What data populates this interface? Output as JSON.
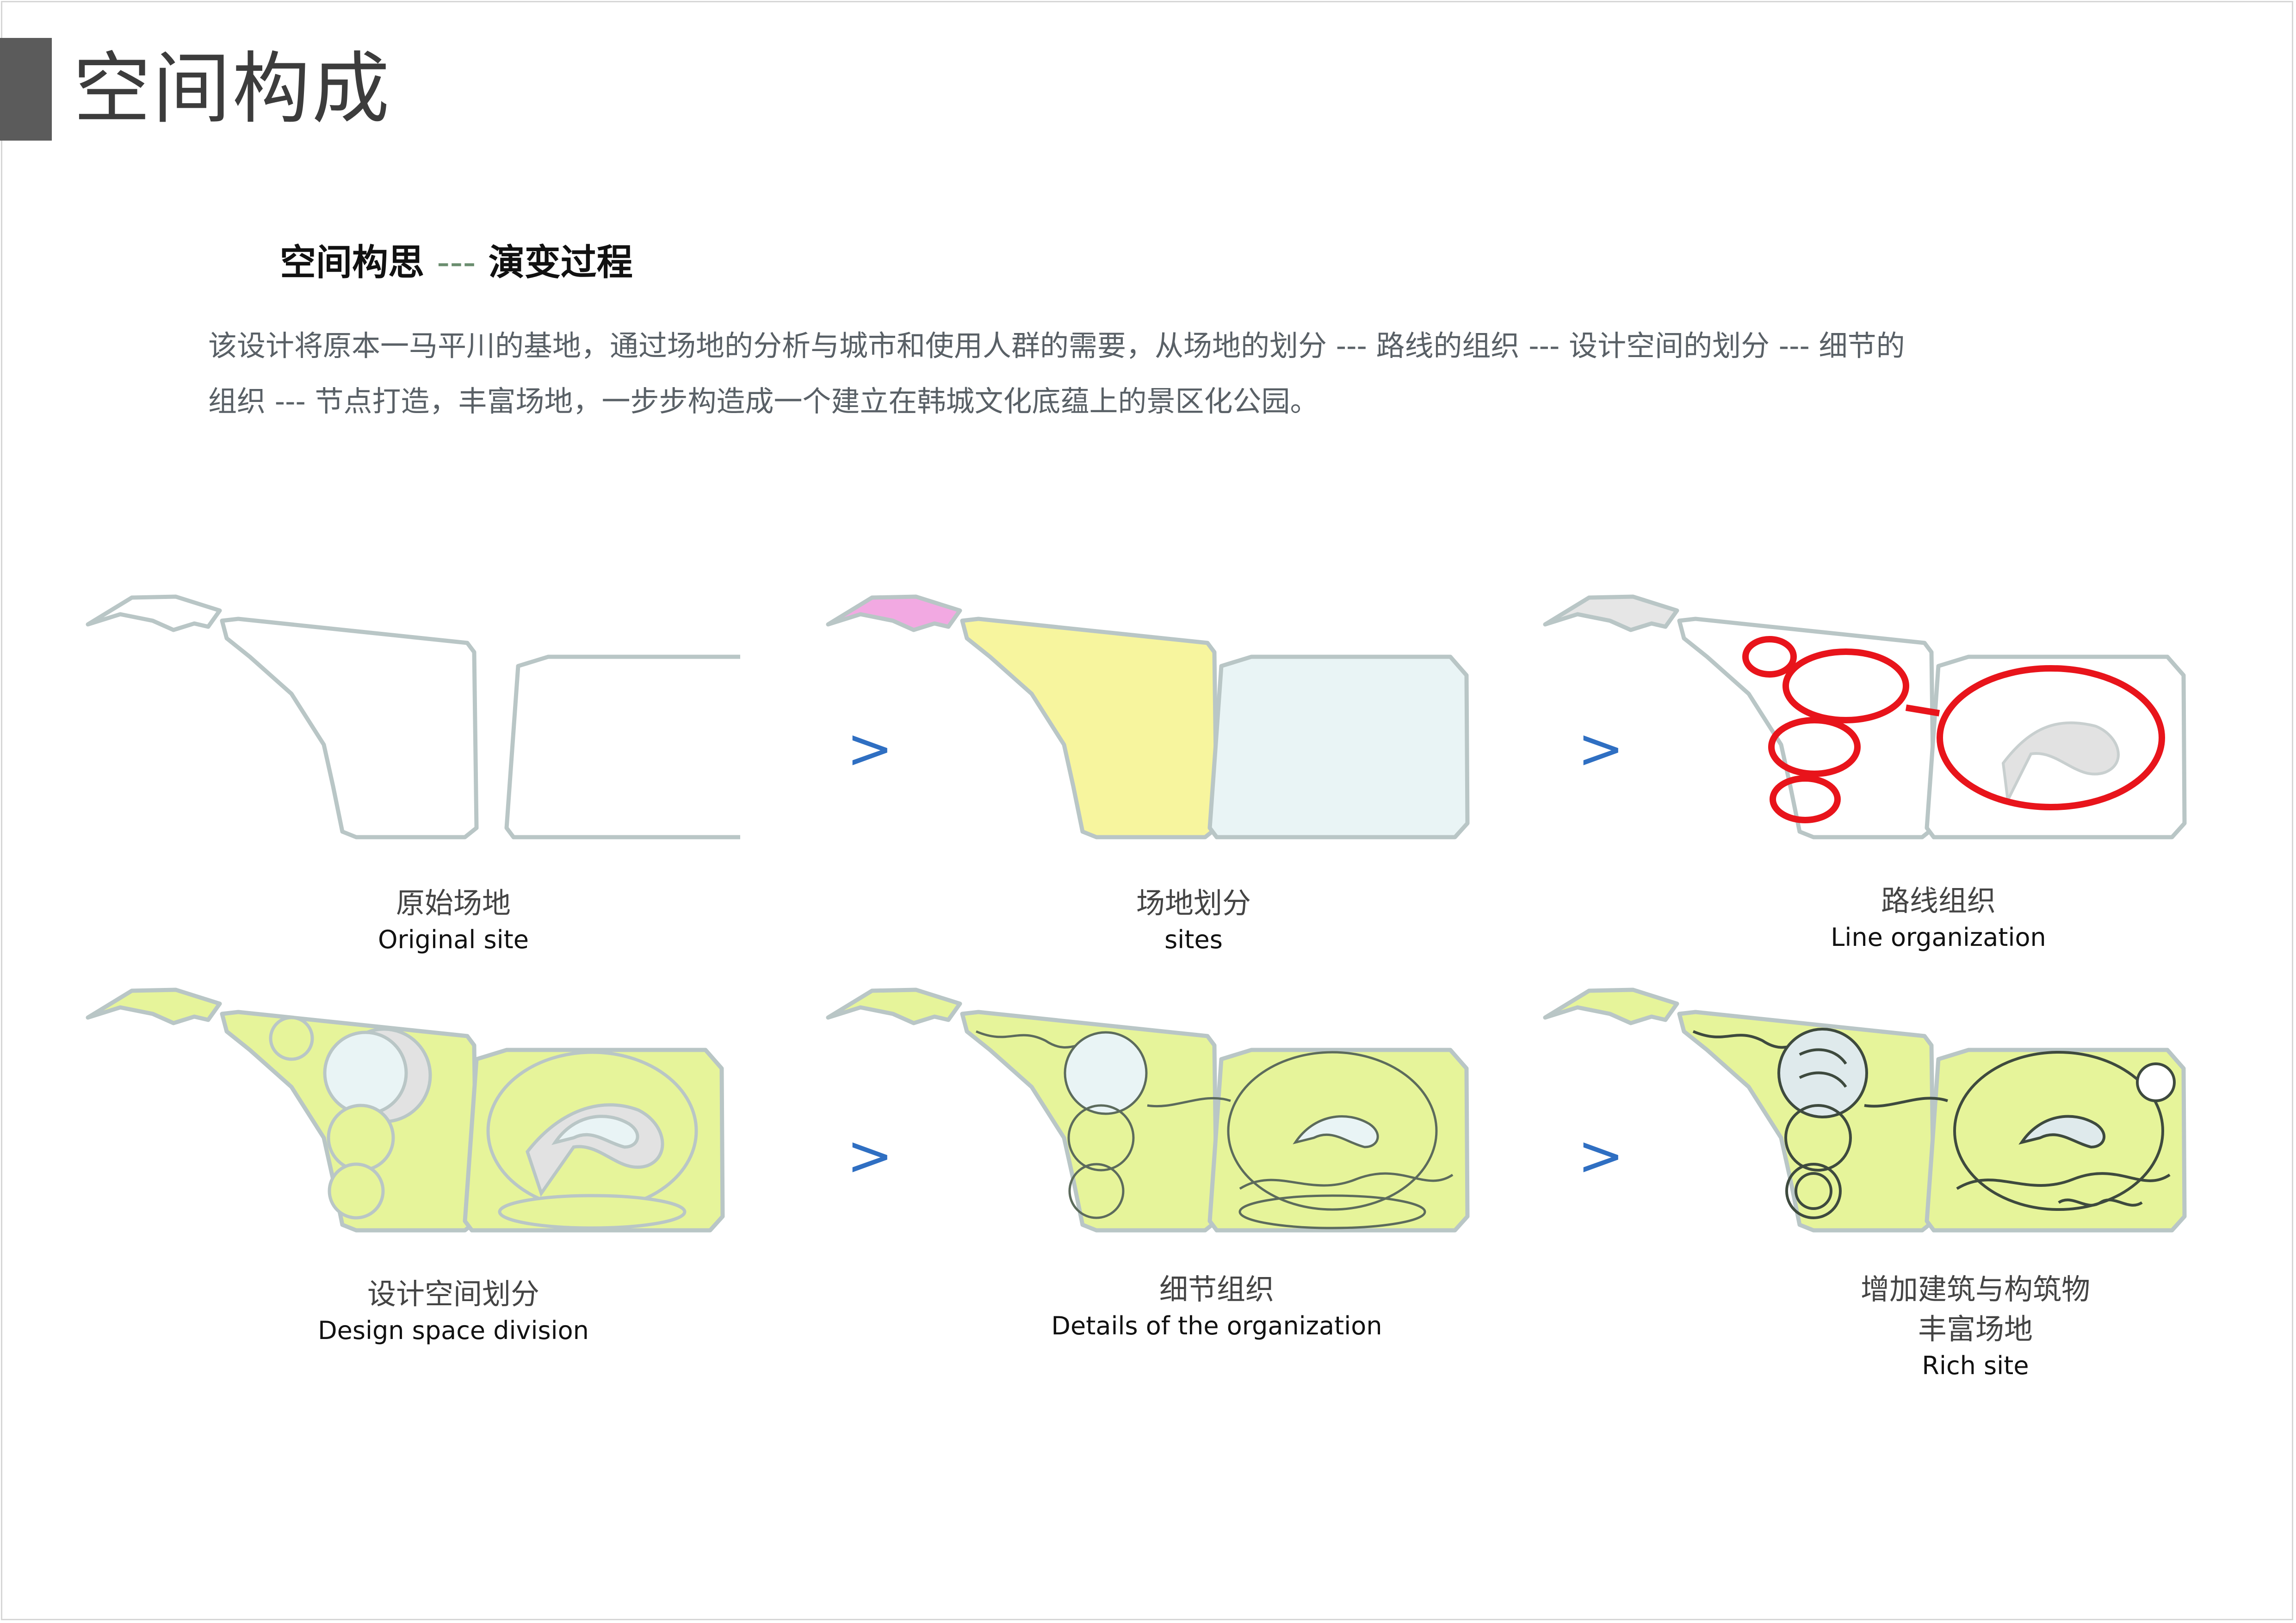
{
  "page": {
    "title": "空间构成",
    "subheading": {
      "left": "空间构思",
      "sep": "---",
      "right": "演变过程"
    },
    "description": [
      "该设计将原本一马平川的基地，通过场地的分析与城市和使用人群的需要，从场地的划分 --- 路线的组织 --- 设计空间的划分 --- 细节的",
      "组织 --- 节点打造，丰富场地，一步步构造成一个建立在韩城文化底蕴上的景区化公园。"
    ]
  },
  "steps": [
    {
      "zh": "原始场地",
      "en": "Original site"
    },
    {
      "zh": "场地划分",
      "en": "sites"
    },
    {
      "zh": "路线组织",
      "en": "Line organization"
    },
    {
      "zh": "设计空间划分",
      "en": "Design space division"
    },
    {
      "zh": "细节组织",
      "en": "Details of the organization"
    },
    {
      "zh": "增加建筑与构筑物",
      "zh2": "丰富场地",
      "en": "Rich site"
    }
  ],
  "arrow_symbol": ">",
  "colors": {
    "outline": "#b9c6c6",
    "site_pink": "#f2a9e2",
    "site_yellow": "#f7f59e",
    "site_blue": "#e9f4f5",
    "route_red": "#e8141b",
    "green": "#e6f49a",
    "grey": "#e2e2e2",
    "arrow": "#2f6fc2"
  }
}
